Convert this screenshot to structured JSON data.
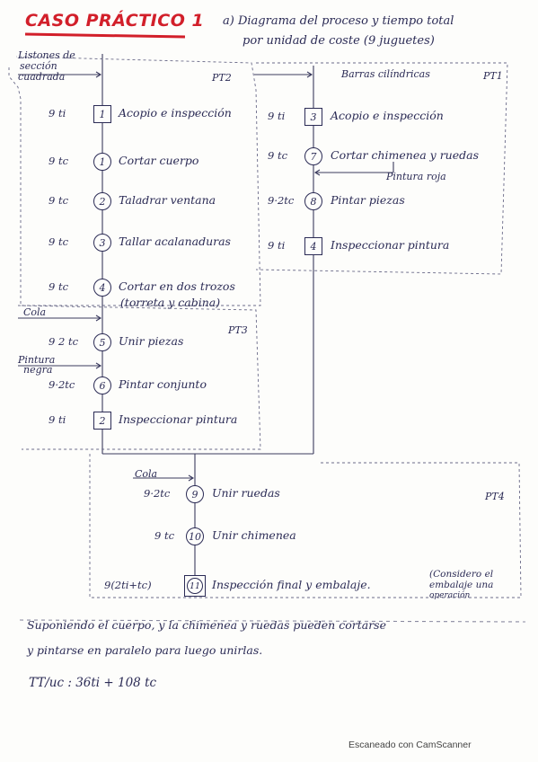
{
  "title": "CASO PRÁCTICO 1",
  "header": {
    "line1": "a) Diagrama del proceso y tiempo total",
    "line2": "por unidad de coste (9 juguetes)"
  },
  "zones": {
    "pt1": "PT1",
    "pt2": "PT2",
    "pt3": "PT3",
    "pt4": "PT4"
  },
  "inputs": {
    "listones": [
      "Listones de",
      "sección",
      "cuadrada"
    ],
    "barras": "Barras cilíndricas",
    "pintura_roja": "Pintura roja",
    "cola1": "Cola",
    "pintura_negra": [
      "Pintura",
      "negra"
    ],
    "cola2": "Cola"
  },
  "left_steps": [
    {
      "time": "9 ti",
      "symbol": "1",
      "shape": "square",
      "text": "Acopio e inspección"
    },
    {
      "time": "9 tc",
      "symbol": "1",
      "shape": "circle",
      "text": "Cortar cuerpo"
    },
    {
      "time": "9 tc",
      "symbol": "2",
      "shape": "circle",
      "text": "Taladrar ventana"
    },
    {
      "time": "9 tc",
      "symbol": "3",
      "shape": "circle",
      "text": "Tallar acalanaduras"
    },
    {
      "time": "9 tc",
      "symbol": "4",
      "shape": "circle",
      "text": "Cortar en dos trozos",
      "text2": "(torreta y cabina)"
    },
    {
      "time": "9 2 tc",
      "symbol": "5",
      "shape": "circle",
      "text": "Unir piezas"
    },
    {
      "time": "9·2tc",
      "symbol": "6",
      "shape": "circle",
      "text": "Pintar conjunto"
    },
    {
      "time": "9 ti",
      "symbol": "2",
      "shape": "square",
      "text": "Inspeccionar pintura"
    }
  ],
  "right_steps": [
    {
      "time": "9 ti",
      "symbol": "3",
      "shape": "square",
      "text": "Acopio e inspección"
    },
    {
      "time": "9 tc",
      "symbol": "7",
      "shape": "circle",
      "text": "Cortar chimenea y ruedas"
    },
    {
      "time": "9·2tc",
      "symbol": "8",
      "shape": "circle",
      "text": "Pintar piezas"
    },
    {
      "time": "9 ti",
      "symbol": "4",
      "shape": "square",
      "text": "Inspeccionar pintura"
    }
  ],
  "bottom_steps": [
    {
      "time": "9·2tc",
      "symbol": "9",
      "shape": "circle",
      "text": "Unir ruedas"
    },
    {
      "time": "9 tc",
      "symbol": "10",
      "shape": "circle",
      "text": "Unir chimenea"
    },
    {
      "time": "9(2ti+tc)",
      "symbol": "11",
      "shape": "combined",
      "text": "Inspección final y embalaje."
    }
  ],
  "note_right": [
    "(Considero el",
    "embalaje una",
    "operación"
  ],
  "conclusion": {
    "line1": "Suponiendo el cuerpo, y la chimenea y ruedas pueden cortarse",
    "line2": "y pintarse en paralelo para luego unirlas."
  },
  "formula": "TT/uc : 36ti + 108 tc",
  "footer": "Escaneado con CamScanner"
}
